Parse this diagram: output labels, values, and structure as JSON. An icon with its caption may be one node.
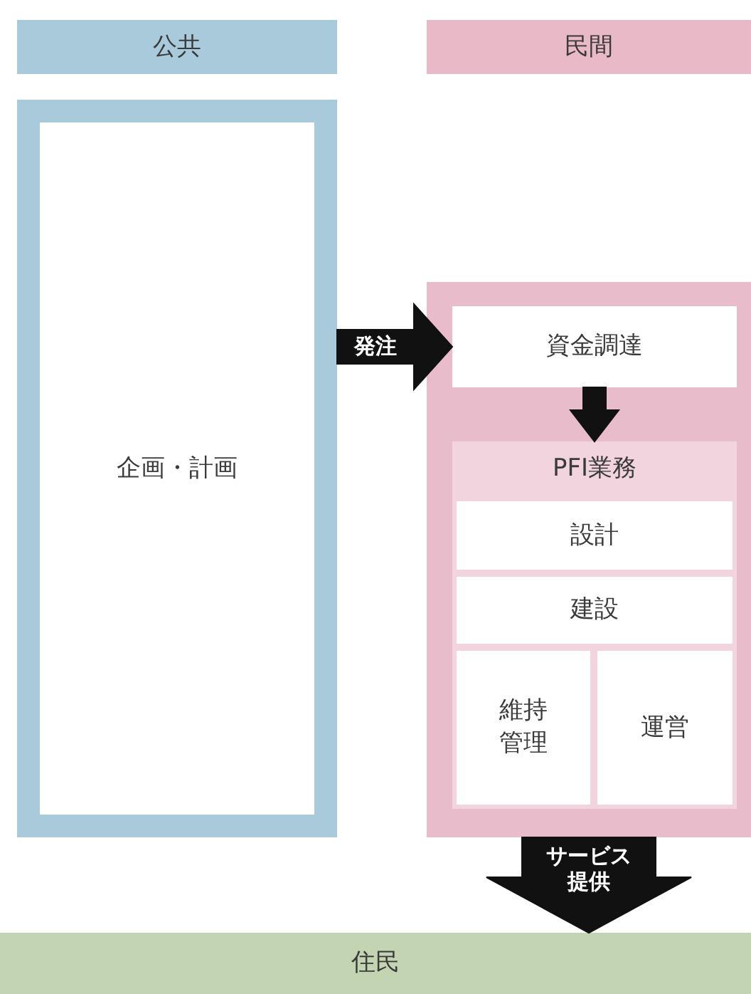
{
  "diagram": {
    "nodes": [
      {
        "text": [
          "公共"
        ]
      },
      {
        "text": [
          "民間"
        ]
      },
      {
        "text": [
          "企画・計画"
        ]
      },
      {
        "text": [],
        "shape": "box"
      },
      {
        "text": [
          "資金調達"
        ],
        "in": 3
      },
      {
        "text": [
          "PFI業務"
        ],
        "in": 3
      },
      {
        "text": [
          "設計"
        ],
        "in": 5
      },
      {
        "text": [
          "建設"
        ],
        "in": 5
      },
      {
        "text": [
          "維持管理"
        ],
        "in": 5
      },
      {
        "text": [
          "運営"
        ],
        "in": 5
      },
      {
        "text": [
          "住民"
        ]
      }
    ],
    "edges": [
      {
        "from": 2,
        "to": 4,
        "arrow": "to",
        "label": "発注"
      },
      {
        "from": 4,
        "to": 5,
        "arrow": "to"
      },
      {
        "from": 3,
        "to": 10,
        "arrow": "to",
        "label": "サービス提供"
      }
    ]
  }
}
